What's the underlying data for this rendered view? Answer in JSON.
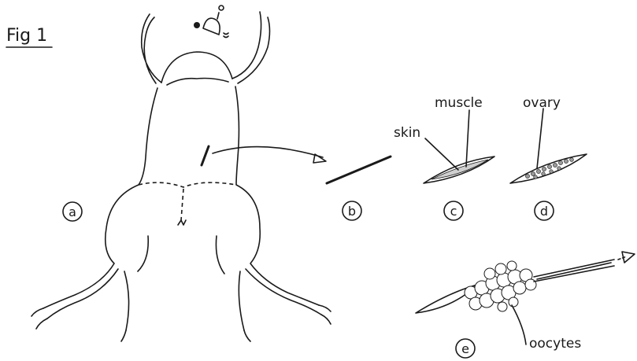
{
  "figure": {
    "title": "Fig 1",
    "labels": {
      "a": "a",
      "b": "b",
      "c": "c",
      "d": "d",
      "e": "e",
      "skin": "skin",
      "muscle": "muscle",
      "ovary": "ovary",
      "oocytes": "oocytes"
    }
  }
}
